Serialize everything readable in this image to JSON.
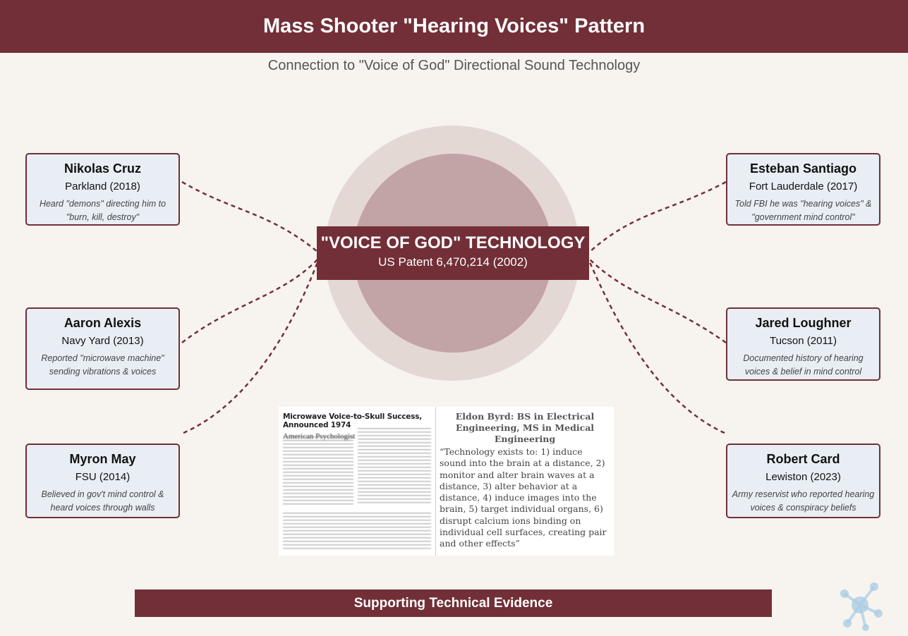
{
  "header": {
    "title": "Mass Shooter \"Hearing Voices\" Pattern"
  },
  "subtitle": "Connection to \"Voice of God\" Directional Sound Technology",
  "center": {
    "title": "\"VOICE OF GOD\" TECHNOLOGY",
    "subtitle": "US Patent 6,470,214 (2002)"
  },
  "people": [
    {
      "name": "Nikolas Cruz",
      "location": "Parkland (2018)",
      "description": "Heard \"demons\" directing him to \"burn, kill, destroy\""
    },
    {
      "name": "Aaron Alexis",
      "location": "Navy Yard (2013)",
      "description": "Reported \"microwave machine\" sending vibrations & voices"
    },
    {
      "name": "Myron May",
      "location": "FSU (2014)",
      "description": "Believed in gov't mind control & heard voices through walls"
    },
    {
      "name": "Esteban Santiago",
      "location": "Fort Lauderdale (2017)",
      "description": "Told FBI he was \"hearing voices\" & \"government mind control\""
    },
    {
      "name": "Jared Loughner",
      "location": "Tucson (2011)",
      "description": "Documented history of hearing voices & belief in mind control"
    },
    {
      "name": "Robert Card",
      "location": "Lewiston (2023)",
      "description": "Army reservist who reported hearing voices & conspiracy beliefs"
    }
  ],
  "evidence": {
    "headline": "Microwave Voice-to-Skull Success, Announced 1974",
    "journal": "American Psychologist",
    "right_title": "Eldon Byrd: BS in Electrical Engineering, MS in Medical Engineering",
    "right_quote": "“Technology exists to: 1) induce sound into the brain at a distance, 2) monitor and alter brain waves at a distance, 3) alter behavior at a distance, 4) induce images into the brain, 5) target individual organs, 6) disrupt calcium ions binding on individual cell surfaces, creating pair and other effects”"
  },
  "footer": {
    "label": "Supporting Technical Evidence"
  },
  "colors": {
    "primary": "#722f37",
    "card_bg": "#e8eef4",
    "page_bg": "#f7f4ef",
    "outer_circle": "#e4d8d5",
    "inner_circle": "#c3a4a6"
  },
  "icons": {
    "corner_decoration": "molecule-icon"
  }
}
